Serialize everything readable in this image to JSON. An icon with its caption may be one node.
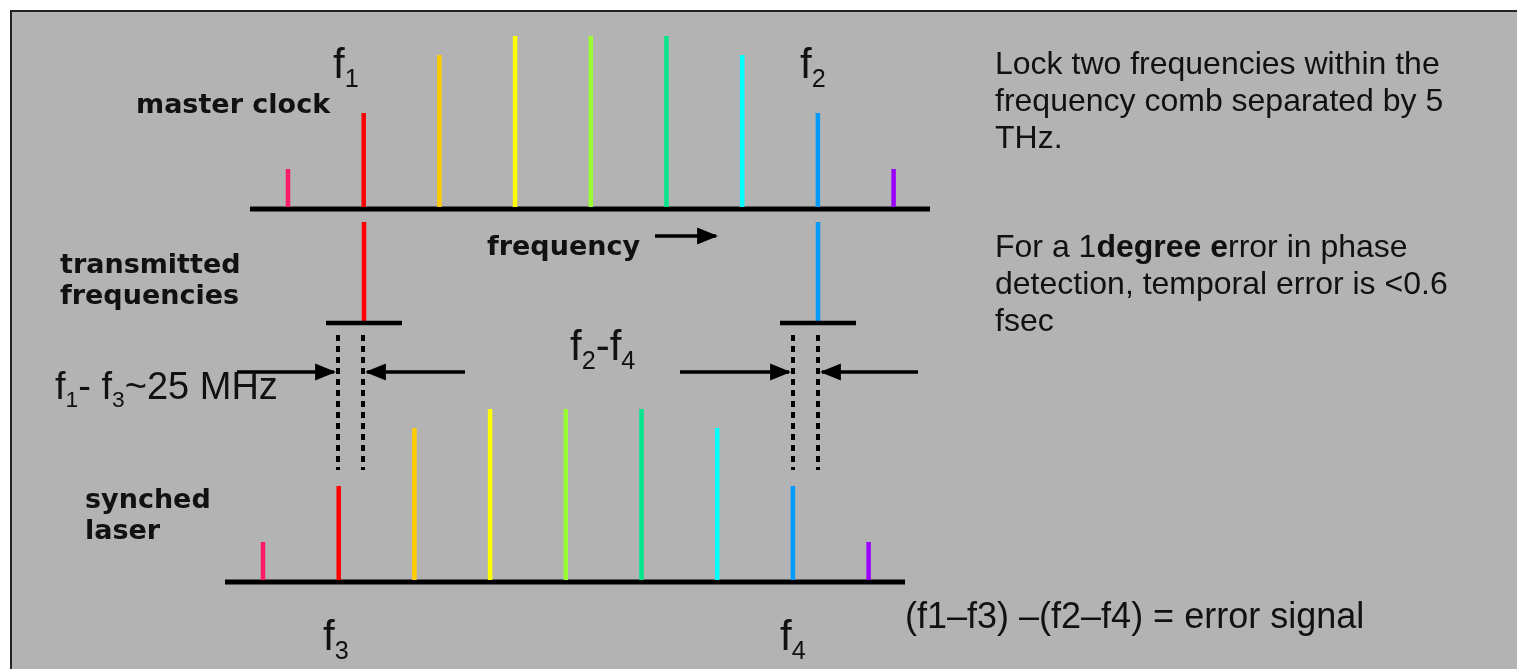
{
  "diagram": {
    "labels": [
      "f$_{1}$",
      "master clock",
      "f$_{2}$",
      "Lock two frequencies within the frequency comb separated by 5 THz.",
      "frequency",
      "transmitted frequencies",
      "For a 1**degree e**rror in phase detection, temporal error is <0.6 fsec",
      "f$_{2}$-f$_{4}$",
      "f$_{1}$- f$_{3}$~25 MHz",
      "synched laser",
      "f$_{3}$",
      "f$_{4}$",
      "(f1–f3) –(f2–f4) = error signal"
    ]
  }
}
